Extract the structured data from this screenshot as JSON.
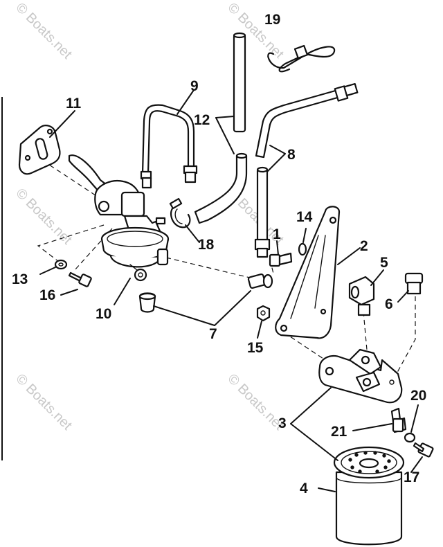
{
  "watermark": "© Boats.net",
  "callouts": [
    {
      "id": "c1",
      "label": "1"
    },
    {
      "id": "c2",
      "label": "2"
    },
    {
      "id": "c3",
      "label": "3"
    },
    {
      "id": "c4",
      "label": "4"
    },
    {
      "id": "c5",
      "label": "5"
    },
    {
      "id": "c6",
      "label": "6"
    },
    {
      "id": "c7",
      "label": "7"
    },
    {
      "id": "c8",
      "label": "8"
    },
    {
      "id": "c9",
      "label": "9"
    },
    {
      "id": "c10",
      "label": "10"
    },
    {
      "id": "c11",
      "label": "11"
    },
    {
      "id": "c12",
      "label": "12"
    },
    {
      "id": "c13",
      "label": "13"
    },
    {
      "id": "c14",
      "label": "14"
    },
    {
      "id": "c15",
      "label": "15"
    },
    {
      "id": "c16",
      "label": "16"
    },
    {
      "id": "c17",
      "label": "17"
    },
    {
      "id": "c18",
      "label": "18"
    },
    {
      "id": "c19",
      "label": "19"
    },
    {
      "id": "c20",
      "label": "20"
    },
    {
      "id": "c21",
      "label": "21"
    }
  ]
}
